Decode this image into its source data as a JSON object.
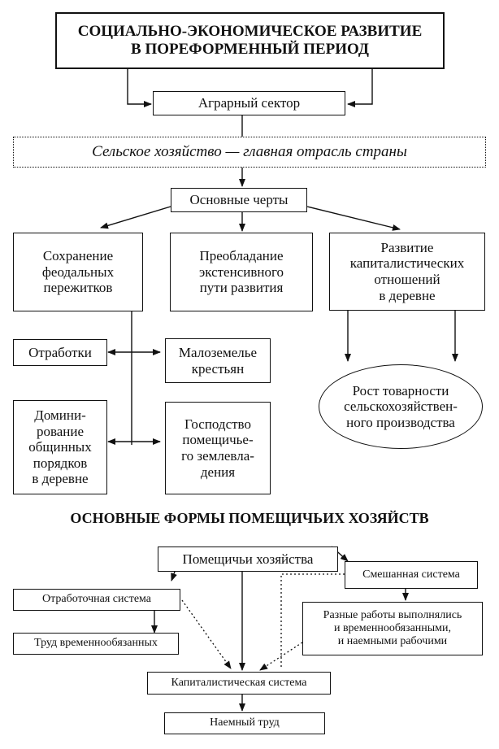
{
  "title": "СОЦИАЛЬНО-ЭКОНОМИЧЕСКОЕ РАЗВИТИЕ\nВ ПОРЕФОРМЕННЫЙ ПЕРИОД",
  "agrarian_sector": "Аграрный сектор",
  "agriculture": "Сельское хозяйство — главная отрасль страны",
  "main_features": {
    "label": "Основные черты",
    "items": [
      "Сохранение\nфеодальных\nпережитков",
      "Преобладание\nэкстенсивного\nпути развития",
      "Развитие\nкапиталистических\nотношений\nв деревне"
    ]
  },
  "feudal_remnants": {
    "otrabotki": "Отработки",
    "malozemelye": "Малоземелье\nкрестьян",
    "community": "Домини-\nрование\nобщинных\nпорядков\nв деревне",
    "landlord": "Господство\nпомещичье-\nго землевла-\nдения"
  },
  "commodity_growth": "Рост товарности\nсельскохозяйствен-\nного производства",
  "forms_heading": "ОСНОВНЫЕ ФОРМЫ ПОМЕЩИЧЬИХ ХОЗЯЙСТВ",
  "forms": {
    "landlord_farms": "Помещичьи хозяйства",
    "labor_system": "Отработочная система",
    "mixed_system": "Смешанная система",
    "temp_obliged_labor": "Труд временнообязанных",
    "various_work": "Разные работы выполнялись\nи временнообязанными,\nи наемными рабочими",
    "capitalist_system": "Капиталистическая система",
    "hired_labor": "Наемный труд"
  }
}
